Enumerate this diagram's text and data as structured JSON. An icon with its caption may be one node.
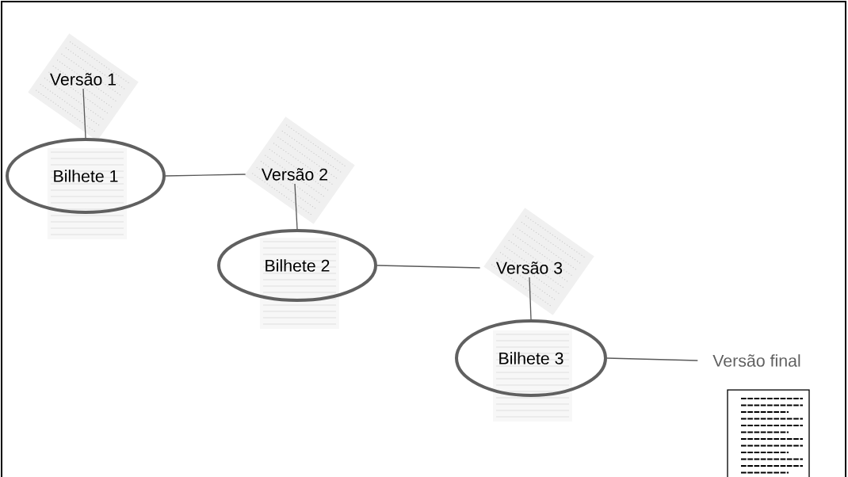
{
  "diagram": {
    "nodes": [
      {
        "text": [
          "Versão 1"
        ]
      },
      {
        "text": [
          "Bilhete 1"
        ]
      },
      {
        "text": [
          "Versão 2"
        ]
      },
      {
        "text": [
          "Bilhete 2"
        ]
      },
      {
        "text": [
          "Versão 3"
        ]
      },
      {
        "text": [
          "Bilhete 3"
        ]
      },
      {
        "text": [
          "Versão final"
        ]
      }
    ],
    "edges": [
      {
        "from": 0,
        "to": 1,
        "arrow": "none"
      },
      {
        "from": 1,
        "to": 2,
        "arrow": "none"
      },
      {
        "from": 2,
        "to": 3,
        "arrow": "none"
      },
      {
        "from": 3,
        "to": 4,
        "arrow": "none"
      },
      {
        "from": 4,
        "to": 5,
        "arrow": "none"
      },
      {
        "from": 5,
        "to": 6,
        "arrow": "none"
      }
    ]
  }
}
